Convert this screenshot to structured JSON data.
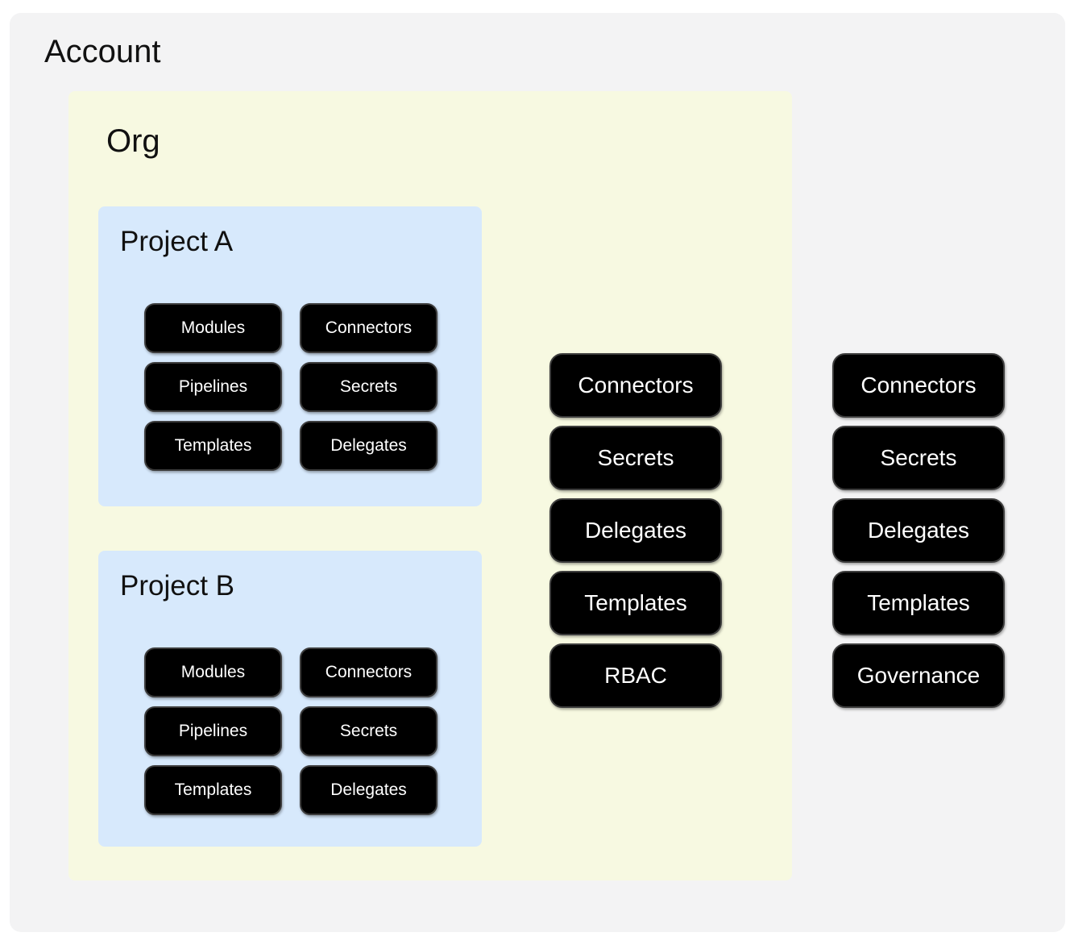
{
  "account": {
    "title": "Account",
    "resources": [
      "Connectors",
      "Secrets",
      "Delegates",
      "Templates",
      "Governance"
    ],
    "org": {
      "title": "Org",
      "resources": [
        "Connectors",
        "Secrets",
        "Delegates",
        "Templates",
        "RBAC"
      ],
      "projects": [
        {
          "title": "Project A",
          "resources": [
            "Modules",
            "Connectors",
            "Pipelines",
            "Secrets",
            "Templates",
            "Delegates"
          ]
        },
        {
          "title": "Project B",
          "resources": [
            "Modules",
            "Connectors",
            "Pipelines",
            "Secrets",
            "Templates",
            "Delegates"
          ]
        }
      ]
    }
  },
  "colors": {
    "account_bg": "#f3f3f4",
    "org_bg": "#f7f9e1",
    "project_bg": "#d7e9fc",
    "chip_bg": "#000000",
    "chip_border": "#3d3d3d",
    "chip_text": "#ffffff",
    "title_text": "#111111"
  }
}
